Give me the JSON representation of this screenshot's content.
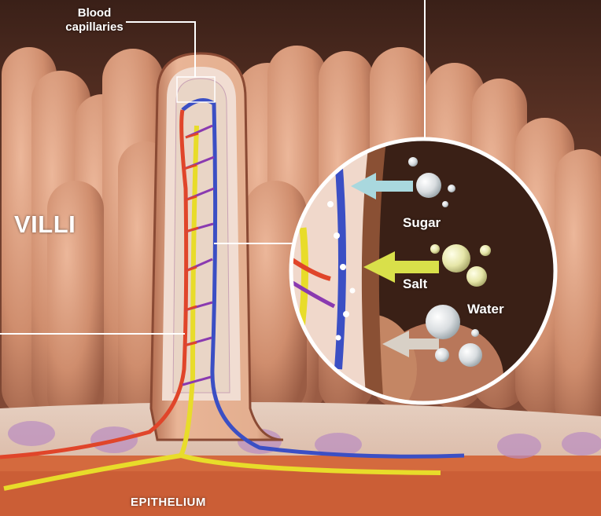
{
  "labels": {
    "capillaries": "Blood\ncapillaries",
    "villi": "VILLI",
    "sugar": "Sugar",
    "salt": "Salt",
    "water": "Water",
    "epithelium": "EPITHELIUM"
  },
  "colors": {
    "background": "#6b3b2b",
    "villus": "#c98a6c",
    "artery": "#e0452a",
    "vein": "#3b4fc4",
    "lacteal": "#e8dc2a",
    "sugar_arrow": "#a9d8de",
    "salt_arrow": "#d9e04a",
    "water_arrow": "#d8d0c6"
  }
}
